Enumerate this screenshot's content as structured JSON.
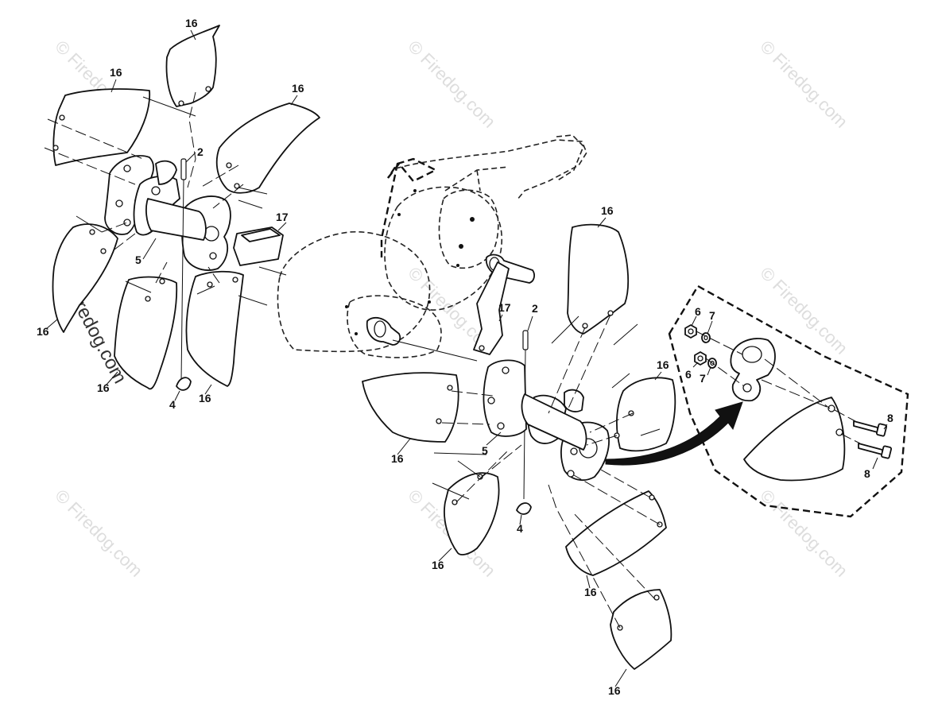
{
  "diagram": {
    "callouts": {
      "left_16_top": "16",
      "left_16_upper_left": "16",
      "left_16_upper_right": "16",
      "left_2": "2",
      "left_17": "17",
      "left_5": "5",
      "left_16_lower_left": "16",
      "left_16_bottom_a": "16",
      "left_16_bottom_b": "16",
      "left_4": "4",
      "center_16_right": "16",
      "center_17": "17",
      "center_2": "2",
      "center_16_mid": "16",
      "center_16_left": "16",
      "center_5": "5",
      "center_4": "4",
      "center_16_lower_left": "16",
      "center_16_lower_mid": "16",
      "center_16_bottom": "16",
      "inset_6_a": "6",
      "inset_7_a": "7",
      "inset_6_b": "6",
      "inset_7_b": "7",
      "inset_8_a": "8",
      "inset_8_b": "8"
    },
    "watermarks": {
      "text": "© Firedog.com",
      "bold_text": "© Firedog.com"
    },
    "colors": {
      "line": "#111111",
      "watermark": "#cfcfcf",
      "background": "#ffffff"
    }
  }
}
